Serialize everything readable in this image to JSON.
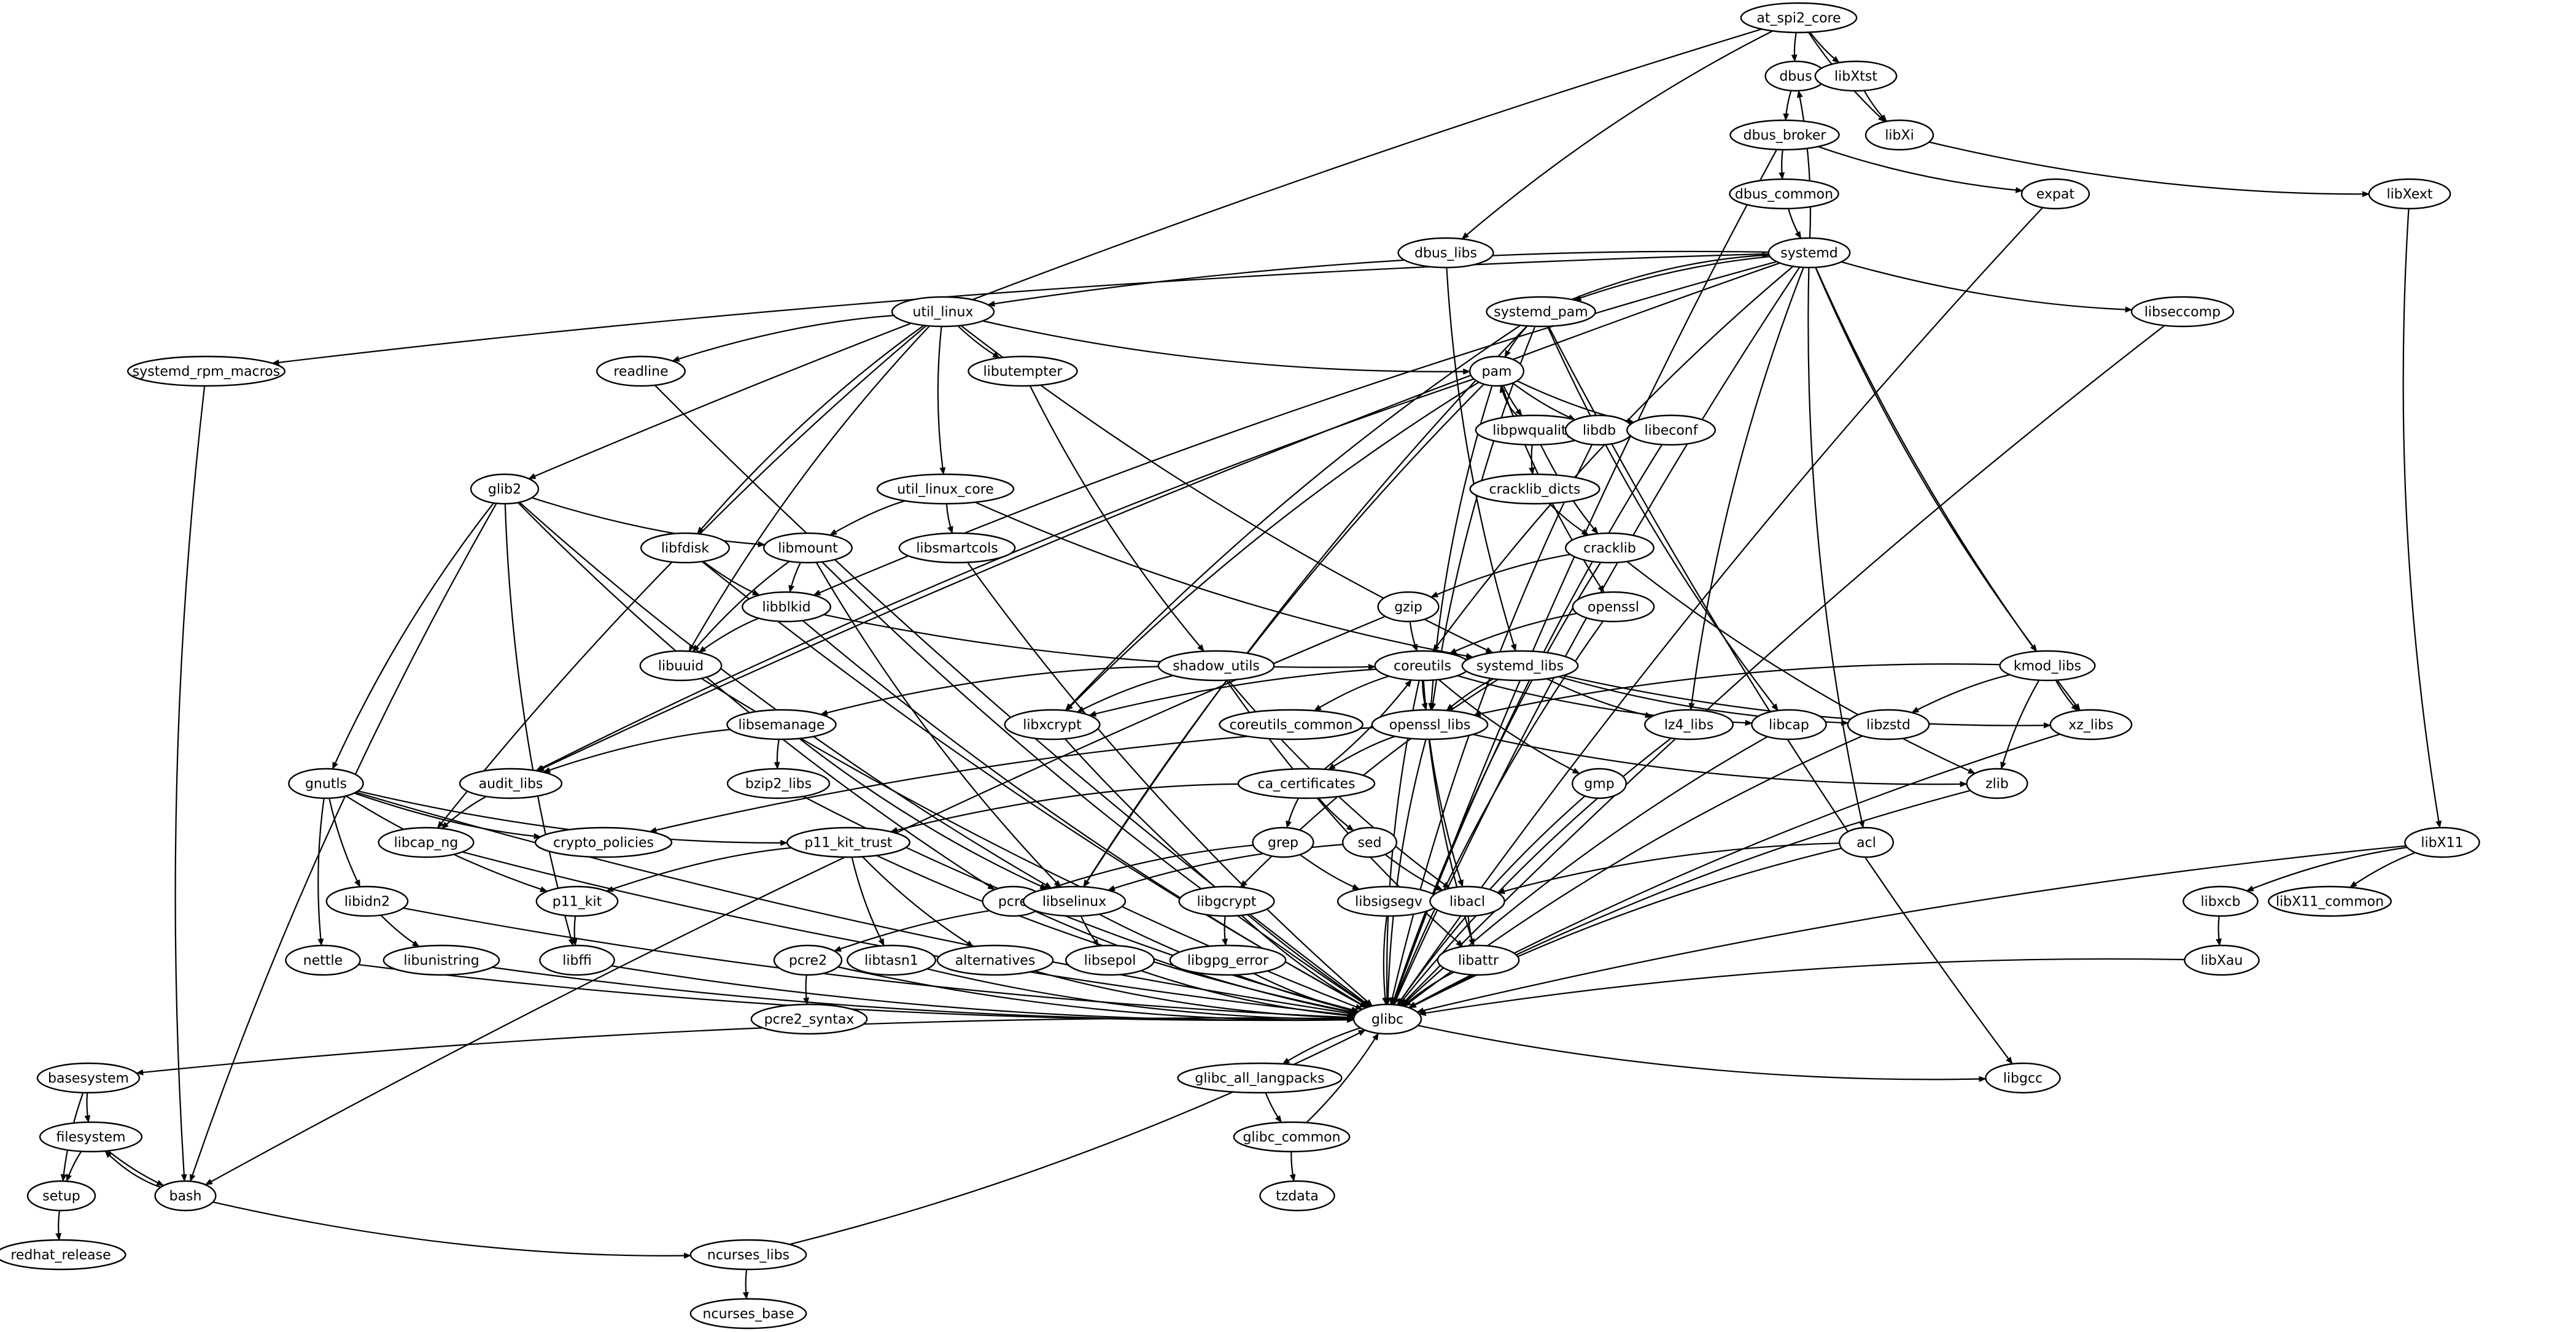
{
  "diagram": {
    "type": "directed-graph",
    "title": "",
    "nodes": [
      {
        "id": "at_spi2_core",
        "label": "at_spi2_core"
      },
      {
        "id": "dbus",
        "label": "dbus"
      },
      {
        "id": "libXtst",
        "label": "libXtst"
      },
      {
        "id": "libXi",
        "label": "libXi"
      },
      {
        "id": "dbus_broker",
        "label": "dbus_broker"
      },
      {
        "id": "dbus_common",
        "label": "dbus_common"
      },
      {
        "id": "expat",
        "label": "expat"
      },
      {
        "id": "libXext",
        "label": "libXext"
      },
      {
        "id": "dbus_libs",
        "label": "dbus_libs"
      },
      {
        "id": "systemd",
        "label": "systemd"
      },
      {
        "id": "util_linux",
        "label": "util_linux"
      },
      {
        "id": "systemd_pam",
        "label": "systemd_pam"
      },
      {
        "id": "libseccomp",
        "label": "libseccomp"
      },
      {
        "id": "systemd_rpm_macros",
        "label": "systemd_rpm_macros"
      },
      {
        "id": "readline",
        "label": "readline"
      },
      {
        "id": "libutempter",
        "label": "libutempter"
      },
      {
        "id": "pam",
        "label": "pam"
      },
      {
        "id": "libpwquality",
        "label": "libpwquality"
      },
      {
        "id": "libdb",
        "label": "libdb"
      },
      {
        "id": "libeconf",
        "label": "libeconf"
      },
      {
        "id": "glib2",
        "label": "glib2"
      },
      {
        "id": "util_linux_core",
        "label": "util_linux_core"
      },
      {
        "id": "cracklib_dicts",
        "label": "cracklib_dicts"
      },
      {
        "id": "libfdisk",
        "label": "libfdisk"
      },
      {
        "id": "libmount",
        "label": "libmount"
      },
      {
        "id": "libsmartcols",
        "label": "libsmartcols"
      },
      {
        "id": "cracklib",
        "label": "cracklib"
      },
      {
        "id": "libblkid",
        "label": "libblkid"
      },
      {
        "id": "gzip",
        "label": "gzip"
      },
      {
        "id": "openssl",
        "label": "openssl"
      },
      {
        "id": "libuuid",
        "label": "libuuid"
      },
      {
        "id": "shadow_utils",
        "label": "shadow_utils"
      },
      {
        "id": "coreutils",
        "label": "coreutils"
      },
      {
        "id": "systemd_libs",
        "label": "systemd_libs"
      },
      {
        "id": "kmod_libs",
        "label": "kmod_libs"
      },
      {
        "id": "libsemanage",
        "label": "libsemanage"
      },
      {
        "id": "libxcrypt",
        "label": "libxcrypt"
      },
      {
        "id": "coreutils_common",
        "label": "coreutils_common"
      },
      {
        "id": "openssl_libs",
        "label": "openssl_libs"
      },
      {
        "id": "lz4_libs",
        "label": "lz4_libs"
      },
      {
        "id": "libcap",
        "label": "libcap"
      },
      {
        "id": "libzstd",
        "label": "libzstd"
      },
      {
        "id": "xz_libs",
        "label": "xz_libs"
      },
      {
        "id": "gnutls",
        "label": "gnutls"
      },
      {
        "id": "audit_libs",
        "label": "audit_libs"
      },
      {
        "id": "bzip2_libs",
        "label": "bzip2_libs"
      },
      {
        "id": "ca_certificates",
        "label": "ca_certificates"
      },
      {
        "id": "gmp",
        "label": "gmp"
      },
      {
        "id": "zlib",
        "label": "zlib"
      },
      {
        "id": "libcap_ng",
        "label": "libcap_ng"
      },
      {
        "id": "crypto_policies",
        "label": "crypto_policies"
      },
      {
        "id": "p11_kit_trust",
        "label": "p11_kit_trust"
      },
      {
        "id": "grep",
        "label": "grep"
      },
      {
        "id": "sed",
        "label": "sed"
      },
      {
        "id": "acl",
        "label": "acl"
      },
      {
        "id": "libX11",
        "label": "libX11"
      },
      {
        "id": "libidn2",
        "label": "libidn2"
      },
      {
        "id": "p11_kit",
        "label": "p11_kit"
      },
      {
        "id": "pcre",
        "label": "pcre"
      },
      {
        "id": "libselinux",
        "label": "libselinux"
      },
      {
        "id": "libgcrypt",
        "label": "libgcrypt"
      },
      {
        "id": "libsigsegv",
        "label": "libsigsegv"
      },
      {
        "id": "libacl",
        "label": "libacl"
      },
      {
        "id": "libxcb",
        "label": "libxcb"
      },
      {
        "id": "libX11_common",
        "label": "libX11_common"
      },
      {
        "id": "nettle",
        "label": "nettle"
      },
      {
        "id": "libunistring",
        "label": "libunistring"
      },
      {
        "id": "libffi",
        "label": "libffi"
      },
      {
        "id": "pcre2",
        "label": "pcre2"
      },
      {
        "id": "libtasn1",
        "label": "libtasn1"
      },
      {
        "id": "alternatives",
        "label": "alternatives"
      },
      {
        "id": "libsepol",
        "label": "libsepol"
      },
      {
        "id": "libgpg_error",
        "label": "libgpg_error"
      },
      {
        "id": "libattr",
        "label": "libattr"
      },
      {
        "id": "libXau",
        "label": "libXau"
      },
      {
        "id": "glibc",
        "label": "glibc"
      },
      {
        "id": "pcre2_syntax",
        "label": "pcre2_syntax"
      },
      {
        "id": "basesystem",
        "label": "basesystem"
      },
      {
        "id": "glibc_all_langpacks",
        "label": "glibc_all_langpacks"
      },
      {
        "id": "libgcc",
        "label": "libgcc"
      },
      {
        "id": "filesystem",
        "label": "filesystem"
      },
      {
        "id": "glibc_common",
        "label": "glibc_common"
      },
      {
        "id": "setup",
        "label": "setup"
      },
      {
        "id": "bash",
        "label": "bash"
      },
      {
        "id": "tzdata",
        "label": "tzdata"
      },
      {
        "id": "redhat_release",
        "label": "redhat_release"
      },
      {
        "id": "ncurses_libs",
        "label": "ncurses_libs"
      },
      {
        "id": "ncurses_base",
        "label": "ncurses_base"
      }
    ],
    "edges": [
      [
        "at_spi2_core",
        "dbus"
      ],
      [
        "at_spi2_core",
        "libXtst"
      ],
      [
        "at_spi2_core",
        "libXi"
      ],
      [
        "at_spi2_core",
        "dbus_libs"
      ],
      [
        "at_spi2_core",
        "glib2"
      ],
      [
        "libXtst",
        "libXi"
      ],
      [
        "libXi",
        "libXext"
      ],
      [
        "dbus",
        "dbus_broker"
      ],
      [
        "dbus_broker",
        "dbus_common"
      ],
      [
        "dbus_broker",
        "expat"
      ],
      [
        "dbus_broker",
        "glibc"
      ],
      [
        "dbus_common",
        "systemd"
      ],
      [
        "expat",
        "glibc"
      ],
      [
        "libXext",
        "libX11"
      ],
      [
        "dbus_libs",
        "systemd_libs"
      ],
      [
        "systemd",
        "dbus"
      ],
      [
        "systemd",
        "util_linux"
      ],
      [
        "systemd",
        "systemd_pam"
      ],
      [
        "systemd",
        "libseccomp"
      ],
      [
        "systemd",
        "systemd_rpm_macros"
      ],
      [
        "systemd",
        "audit_libs"
      ],
      [
        "systemd",
        "libblkid"
      ],
      [
        "systemd",
        "coreutils"
      ],
      [
        "systemd",
        "lz4_libs"
      ],
      [
        "systemd",
        "acl"
      ],
      [
        "systemd",
        "kmod_libs"
      ],
      [
        "systemd",
        "xz_libs"
      ],
      [
        "systemd",
        "glibc"
      ],
      [
        "systemd_pam",
        "systemd"
      ],
      [
        "systemd_pam",
        "pam"
      ],
      [
        "systemd_pam",
        "libxcrypt"
      ],
      [
        "systemd_pam",
        "openssl_libs"
      ],
      [
        "systemd_pam",
        "libselinux"
      ],
      [
        "systemd_pam",
        "libcap"
      ],
      [
        "systemd_pam",
        "libgcc"
      ],
      [
        "libseccomp",
        "glibc"
      ],
      [
        "util_linux",
        "readline"
      ],
      [
        "util_linux",
        "libutempter"
      ],
      [
        "util_linux",
        "pam"
      ],
      [
        "util_linux",
        "util_linux_core"
      ],
      [
        "util_linux",
        "libfdisk"
      ],
      [
        "util_linux",
        "libuuid"
      ],
      [
        "util_linux",
        "libcap_ng"
      ],
      [
        "util_linux",
        "systemd_libs"
      ],
      [
        "systemd_rpm_macros",
        "bash"
      ],
      [
        "readline",
        "glibc"
      ],
      [
        "libutempter",
        "shadow_utils"
      ],
      [
        "pam",
        "libpwquality"
      ],
      [
        "pam",
        "libdb"
      ],
      [
        "pam",
        "libeconf"
      ],
      [
        "pam",
        "openssl"
      ],
      [
        "pam",
        "audit_libs"
      ],
      [
        "pam",
        "libxcrypt"
      ],
      [
        "pam",
        "openssl_libs"
      ],
      [
        "pam",
        "libselinux"
      ],
      [
        "libpwquality",
        "pam"
      ],
      [
        "libpwquality",
        "cracklib_dicts"
      ],
      [
        "libpwquality",
        "cracklib"
      ],
      [
        "libdb",
        "glibc"
      ],
      [
        "libeconf",
        "glibc"
      ],
      [
        "cracklib_dicts",
        "cracklib"
      ],
      [
        "cracklib",
        "gzip"
      ],
      [
        "cracklib",
        "zlib"
      ],
      [
        "cracklib",
        "glibc"
      ],
      [
        "util_linux_core",
        "libmount"
      ],
      [
        "util_linux_core",
        "libsmartcols"
      ],
      [
        "util_linux_core",
        "systemd_libs"
      ],
      [
        "glib2",
        "libmount"
      ],
      [
        "glib2",
        "gnutls"
      ],
      [
        "glib2",
        "libselinux"
      ],
      [
        "glib2",
        "pcre"
      ],
      [
        "glib2",
        "libffi"
      ],
      [
        "glib2",
        "bash"
      ],
      [
        "libfdisk",
        "libblkid"
      ],
      [
        "libfdisk",
        "glibc"
      ],
      [
        "libmount",
        "libblkid"
      ],
      [
        "libmount",
        "libuuid"
      ],
      [
        "libmount",
        "libselinux"
      ],
      [
        "libmount",
        "glibc"
      ],
      [
        "libsmartcols",
        "glibc"
      ],
      [
        "libblkid",
        "libuuid"
      ],
      [
        "libblkid",
        "coreutils"
      ],
      [
        "libblkid",
        "glibc"
      ],
      [
        "libuuid",
        "glibc"
      ],
      [
        "gzip",
        "coreutils"
      ],
      [
        "gzip",
        "bash"
      ],
      [
        "openssl",
        "coreutils"
      ],
      [
        "openssl",
        "glibc"
      ],
      [
        "shadow_utils",
        "libsemanage"
      ],
      [
        "shadow_utils",
        "libxcrypt"
      ],
      [
        "shadow_utils",
        "libacl"
      ],
      [
        "shadow_utils",
        "libattr"
      ],
      [
        "coreutils",
        "coreutils_common"
      ],
      [
        "coreutils",
        "openssl_libs"
      ],
      [
        "coreutils",
        "libcap"
      ],
      [
        "coreutils",
        "gmp"
      ],
      [
        "coreutils",
        "libacl"
      ],
      [
        "coreutils",
        "libattr"
      ],
      [
        "coreutils",
        "glibc"
      ],
      [
        "systemd_libs",
        "openssl_libs"
      ],
      [
        "systemd_libs",
        "lz4_libs"
      ],
      [
        "systemd_libs",
        "libzstd"
      ],
      [
        "systemd_libs",
        "xz_libs"
      ],
      [
        "systemd_libs",
        "libgcrypt"
      ],
      [
        "systemd_libs",
        "libxcrypt"
      ],
      [
        "kmod_libs",
        "libzstd"
      ],
      [
        "kmod_libs",
        "zlib"
      ],
      [
        "kmod_libs",
        "xz_libs"
      ],
      [
        "kmod_libs",
        "openssl_libs"
      ],
      [
        "libsemanage",
        "audit_libs"
      ],
      [
        "libsemanage",
        "bzip2_libs"
      ],
      [
        "libsemanage",
        "libselinux"
      ],
      [
        "libxcrypt",
        "glibc"
      ],
      [
        "openssl_libs",
        "ca_certificates"
      ],
      [
        "openssl_libs",
        "zlib"
      ],
      [
        "openssl_libs",
        "crypto_policies"
      ],
      [
        "openssl_libs",
        "glibc"
      ],
      [
        "lz4_libs",
        "glibc"
      ],
      [
        "libcap",
        "glibc"
      ],
      [
        "libzstd",
        "glibc"
      ],
      [
        "xz_libs",
        "glibc"
      ],
      [
        "zlib",
        "glibc"
      ],
      [
        "gmp",
        "glibc"
      ],
      [
        "ca_certificates",
        "grep"
      ],
      [
        "ca_certificates",
        "sed"
      ],
      [
        "ca_certificates",
        "p11_kit_trust"
      ],
      [
        "ca_certificates",
        "coreutils"
      ],
      [
        "grep",
        "pcre"
      ],
      [
        "grep",
        "libsigsegv"
      ],
      [
        "sed",
        "libacl"
      ],
      [
        "sed",
        "libselinux"
      ],
      [
        "acl",
        "libacl"
      ],
      [
        "acl",
        "glibc"
      ],
      [
        "gnutls",
        "crypto_policies"
      ],
      [
        "gnutls",
        "p11_kit_trust"
      ],
      [
        "gnutls",
        "p11_kit"
      ],
      [
        "gnutls",
        "libidn2"
      ],
      [
        "gnutls",
        "nettle"
      ],
      [
        "gnutls",
        "glibc"
      ],
      [
        "audit_libs",
        "libcap_ng"
      ],
      [
        "bzip2_libs",
        "glibc"
      ],
      [
        "libcap_ng",
        "glibc"
      ],
      [
        "p11_kit_trust",
        "p11_kit"
      ],
      [
        "p11_kit_trust",
        "libtasn1"
      ],
      [
        "p11_kit_trust",
        "alternatives"
      ],
      [
        "p11_kit_trust",
        "glibc"
      ],
      [
        "libidn2",
        "libunistring"
      ],
      [
        "libidn2",
        "glibc"
      ],
      [
        "p11_kit",
        "libffi"
      ],
      [
        "pcre",
        "glibc"
      ],
      [
        "libselinux",
        "pcre2"
      ],
      [
        "libselinux",
        "libsepol"
      ],
      [
        "libselinux",
        "glibc"
      ],
      [
        "libgcrypt",
        "libgpg_error"
      ],
      [
        "libgcrypt",
        "glibc"
      ],
      [
        "libsigsegv",
        "glibc"
      ],
      [
        "libacl",
        "libattr"
      ],
      [
        "libX11",
        "libxcb"
      ],
      [
        "libX11",
        "libX11_common"
      ],
      [
        "libX11",
        "glibc"
      ],
      [
        "libxcb",
        "libXau"
      ],
      [
        "libXau",
        "glibc"
      ],
      [
        "nettle",
        "glibc"
      ],
      [
        "libunistring",
        "glibc"
      ],
      [
        "libffi",
        "glibc"
      ],
      [
        "pcre2",
        "pcre2_syntax"
      ],
      [
        "pcre2",
        "glibc"
      ],
      [
        "libtasn1",
        "glibc"
      ],
      [
        "alternatives",
        "glibc"
      ],
      [
        "libsepol",
        "glibc"
      ],
      [
        "libgpg_error",
        "glibc"
      ],
      [
        "libattr",
        "glibc"
      ],
      [
        "glibc",
        "basesystem"
      ],
      [
        "glibc",
        "glibc_all_langpacks"
      ],
      [
        "glibc",
        "libgcc"
      ],
      [
        "glibc_all_langpacks",
        "glibc_common"
      ],
      [
        "glibc_common",
        "glibc"
      ],
      [
        "glibc_common",
        "tzdata"
      ],
      [
        "basesystem",
        "filesystem"
      ],
      [
        "basesystem",
        "setup"
      ],
      [
        "filesystem",
        "setup"
      ],
      [
        "filesystem",
        "bash"
      ],
      [
        "bash",
        "filesystem"
      ],
      [
        "setup",
        "redhat_release"
      ],
      [
        "bash",
        "ncurses_libs"
      ],
      [
        "ncurses_libs",
        "ncurses_base"
      ],
      [
        "ncurses_libs",
        "glibc"
      ]
    ]
  }
}
